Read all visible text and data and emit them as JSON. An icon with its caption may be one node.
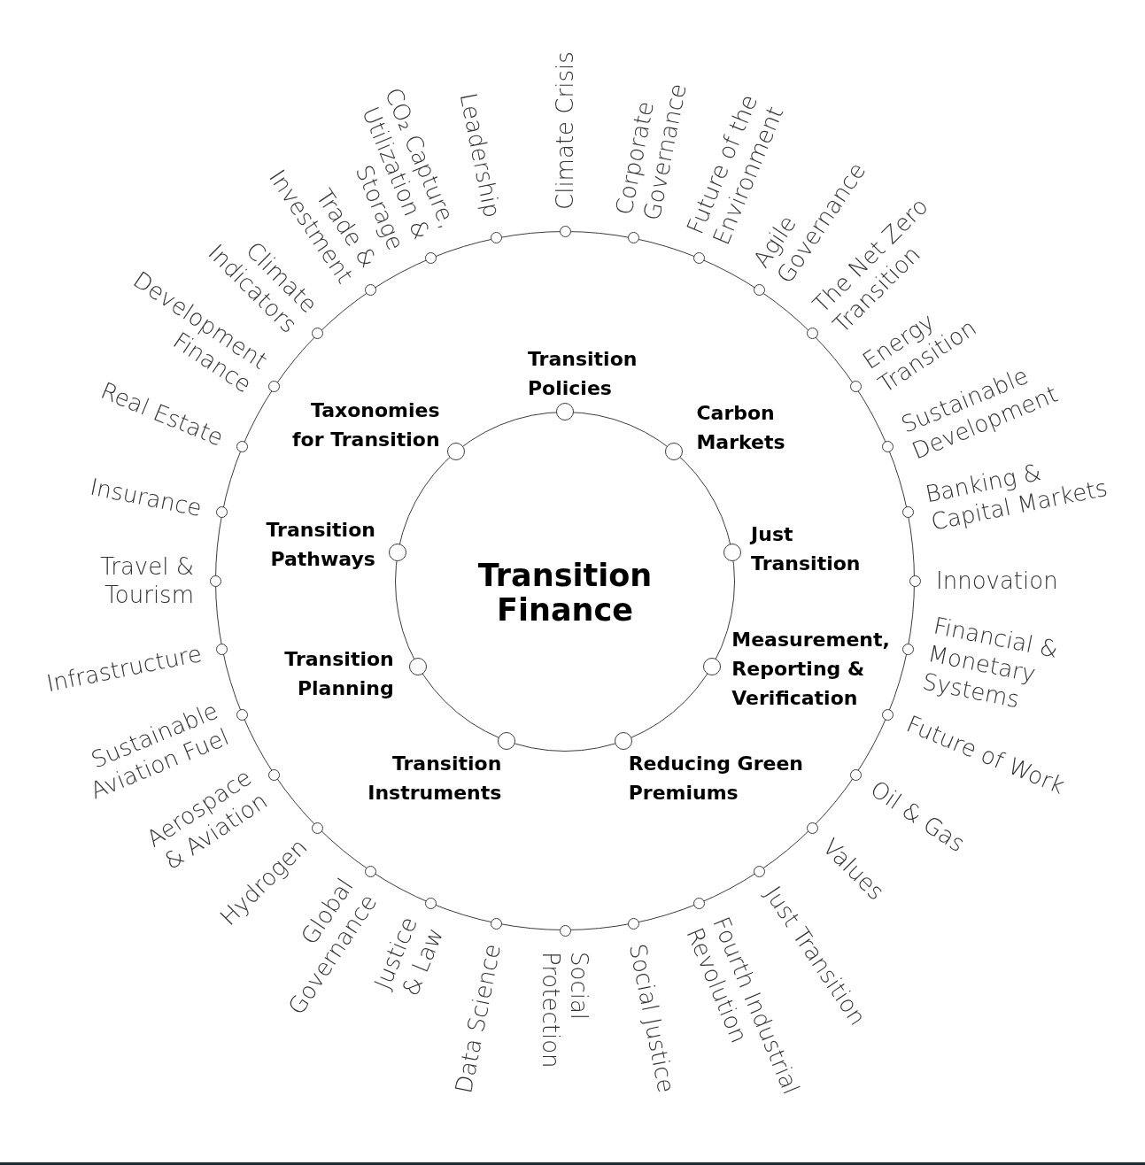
{
  "diagram": {
    "nodes": [
      {
        "text": [],
        "shape": "circle"
      },
      {
        "text": [
          "Transition Finance"
        ],
        "in": 0
      },
      {
        "text": [],
        "shape": "circle",
        "in": 1,
        "beside": [
          "Transition Policies"
        ]
      },
      {
        "text": [],
        "shape": "circle",
        "in": 1,
        "beside": [
          "Carbon Markets"
        ]
      },
      {
        "text": [],
        "shape": "circle",
        "in": 1,
        "beside": [
          "Just Transition"
        ]
      },
      {
        "text": [],
        "shape": "circle",
        "in": 1,
        "beside": [
          "Measurement, Reporting & Verification"
        ]
      },
      {
        "text": [],
        "shape": "circle",
        "in": 1,
        "beside": [
          "Reducing Green Premiums"
        ]
      },
      {
        "text": [],
        "shape": "circle",
        "in": 1,
        "beside": [
          "Transition Instruments"
        ]
      },
      {
        "text": [],
        "shape": "circle",
        "in": 1,
        "beside": [
          "Transition Planning"
        ]
      },
      {
        "text": [],
        "shape": "circle",
        "in": 1,
        "beside": [
          "Transition Pathways"
        ]
      },
      {
        "text": [],
        "shape": "circle",
        "in": 1,
        "beside": [
          "Taxonomies for Transition"
        ]
      },
      {
        "text": [],
        "shape": "circle",
        "in": 0,
        "beside": [
          "Climate Crisis"
        ]
      },
      {
        "text": [],
        "shape": "circle",
        "in": 0,
        "beside": [
          "Corporate Governance"
        ]
      },
      {
        "text": [],
        "shape": "circle",
        "in": 0,
        "beside": [
          "Future of the Environment"
        ]
      },
      {
        "text": [],
        "shape": "circle",
        "in": 0,
        "beside": [
          "Agile Governance"
        ]
      },
      {
        "text": [],
        "shape": "circle",
        "in": 0,
        "beside": [
          "The Net Zero Transition"
        ]
      },
      {
        "text": [],
        "shape": "circle",
        "in": 0,
        "beside": [
          "Energy Transition"
        ]
      },
      {
        "text": [],
        "shape": "circle",
        "in": 0,
        "beside": [
          "Sustainable Development"
        ]
      },
      {
        "text": [],
        "shape": "circle",
        "in": 0,
        "beside": [
          "Banking & Capital Markets"
        ]
      },
      {
        "text": [],
        "shape": "circle",
        "in": 0,
        "beside": [
          "Innovation"
        ]
      },
      {
        "text": [],
        "shape": "circle",
        "in": 0,
        "beside": [
          "Financial & Monetary Systems"
        ]
      },
      {
        "text": [],
        "shape": "circle",
        "in": 0,
        "beside": [
          "Future of Work"
        ]
      },
      {
        "text": [],
        "shape": "circle",
        "in": 0,
        "beside": [
          "Oil & Gas"
        ]
      },
      {
        "text": [],
        "shape": "circle",
        "in": 0,
        "beside": [
          "Values"
        ]
      },
      {
        "text": [],
        "shape": "circle",
        "in": 0,
        "beside": [
          "Just Transition"
        ]
      },
      {
        "text": [],
        "shape": "circle",
        "in": 0,
        "beside": [
          "Fourth Industrial Revolution"
        ]
      },
      {
        "text": [],
        "shape": "circle",
        "in": 0,
        "beside": [
          "Social Justice"
        ]
      },
      {
        "text": [],
        "shape": "circle",
        "in": 0,
        "beside": [
          "Social Protection"
        ]
      },
      {
        "text": [],
        "shape": "circle",
        "in": 0,
        "beside": [
          "Data Science"
        ]
      },
      {
        "text": [],
        "shape": "circle",
        "in": 0,
        "beside": [
          "Justice & Law"
        ]
      },
      {
        "text": [],
        "shape": "circle",
        "in": 0,
        "beside": [
          "Global Governance"
        ]
      },
      {
        "text": [],
        "shape": "circle",
        "in": 0,
        "beside": [
          "Hydrogen"
        ]
      },
      {
        "text": [],
        "shape": "circle",
        "in": 0,
        "beside": [
          "Aerospace & Aviation"
        ]
      },
      {
        "text": [],
        "shape": "circle",
        "in": 0,
        "beside": [
          "Sustainable Aviation Fuel"
        ]
      },
      {
        "text": [],
        "shape": "circle",
        "in": 0,
        "beside": [
          "Infrastructure"
        ]
      },
      {
        "text": [],
        "shape": "circle",
        "in": 0,
        "beside": [
          "Travel & Tourism"
        ]
      },
      {
        "text": [],
        "shape": "circle",
        "in": 0,
        "beside": [
          "Insurance"
        ]
      },
      {
        "text": [],
        "shape": "circle",
        "in": 0,
        "beside": [
          "Real Estate"
        ]
      },
      {
        "text": [],
        "shape": "circle",
        "in": 0,
        "beside": [
          "Development Finance"
        ]
      },
      {
        "text": [],
        "shape": "circle",
        "in": 0,
        "beside": [
          "Climate Indicators"
        ]
      },
      {
        "text": [],
        "shape": "circle",
        "in": 0,
        "beside": [
          "Trade & Investment"
        ]
      },
      {
        "text": [],
        "shape": "circle",
        "in": 0,
        "beside": [
          "CO₂ Capture, Utilization & Storage"
        ]
      },
      {
        "text": [],
        "shape": "circle",
        "in": 0,
        "beside": [
          "Leadership"
        ]
      }
    ]
  }
}
